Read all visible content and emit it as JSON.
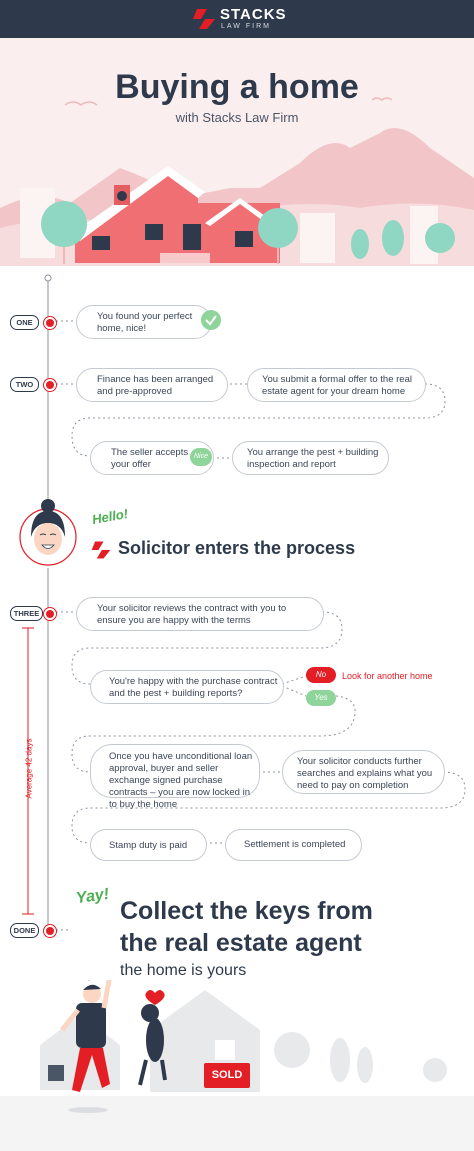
{
  "header": {
    "brand_name": "STACKS",
    "brand_sub": "LAW FIRM",
    "bg_color": "#2e3a4b",
    "accent": "#e31e24"
  },
  "hero": {
    "title": "Buying a home",
    "subtitle": "with Stacks Law Firm"
  },
  "stages": {
    "one": "ONE",
    "two": "TWO",
    "three": "THREE",
    "done": "DONE"
  },
  "steps": {
    "s1": "You found your perfect home, nice!",
    "s2": "Finance has been arranged and pre-approved",
    "s3": "You submit a formal offer to the real estate agent for your dream home",
    "s4": "The seller accepts your offer",
    "s5": "You arrange the pest + building inspection and report",
    "s6": "Your solicitor reviews the contract with you to ensure you are happy with the terms",
    "s7": "You're happy with the purchase contract and the pest + building reports?",
    "s8": "Once you have unconditional loan approval, buyer and seller exchange signed purchase contracts – you are now locked in to buy the home",
    "s9": "Your solicitor conducts further searches and explains what you need to pay on completion",
    "s10": "Stamp duty is paid",
    "s11": "Settlement is completed"
  },
  "labels": {
    "nice": "Nice",
    "no": "No",
    "yes": "Yes",
    "look_another": "Look for another home",
    "hello": "Hello!",
    "solicitor_title": "Solicitor enters the process",
    "average_days": "Average 42 days",
    "yay": "Yay!",
    "keys_line1": "Collect the keys from",
    "keys_line2": "the real estate agent",
    "keys_sub": "the home is yours",
    "sold": "SOLD"
  },
  "icons": [
    "stacks-logo-icon",
    "checkmark-icon",
    "house-icon",
    "tree-icon",
    "avatar-icon",
    "dancing-person-icon",
    "dog-icon",
    "heart-icon"
  ]
}
